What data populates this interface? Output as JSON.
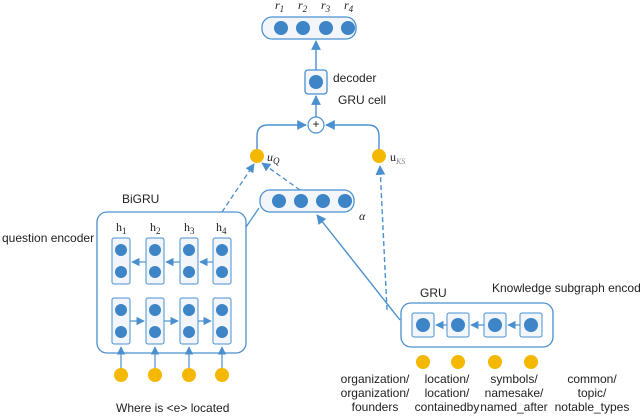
{
  "diagram": {
    "output_labels": [
      "r1",
      "r2",
      "r3",
      "r4"
    ],
    "output_label_main": "r",
    "output_label_subs": [
      "1",
      "2",
      "3",
      "4"
    ],
    "decoder_label": "decoder",
    "gru_cell_label": "GRU cell",
    "plus_symbol": "+",
    "uq_label_main": "u",
    "uq_label_sub": "Q",
    "uks_label_main": "u",
    "uks_label_sub": "KS",
    "alpha_label": "α",
    "bigru_label": "BiGRU",
    "question_encoder_label": "question encoder",
    "hidden_main": "h",
    "hidden_subs": [
      "1",
      "2",
      "3",
      "4"
    ],
    "gru_label": "GRU",
    "knowledge_encoder_label": "Knowledge subgraph encoder",
    "question_text": "Where is <e> located",
    "relations": [
      [
        "organization/",
        "organization/",
        "founders"
      ],
      [
        "location/",
        "location/",
        "containedby"
      ],
      [
        "symbols/",
        "namesake/",
        "named_after"
      ],
      [
        "common/",
        "topic/",
        "notable_types"
      ]
    ],
    "colors": {
      "node_blue": "#3d85c6",
      "node_yellow": "#f5b800",
      "line_blue": "#4a90cf",
      "box_fill": "#f2f6fb"
    }
  }
}
